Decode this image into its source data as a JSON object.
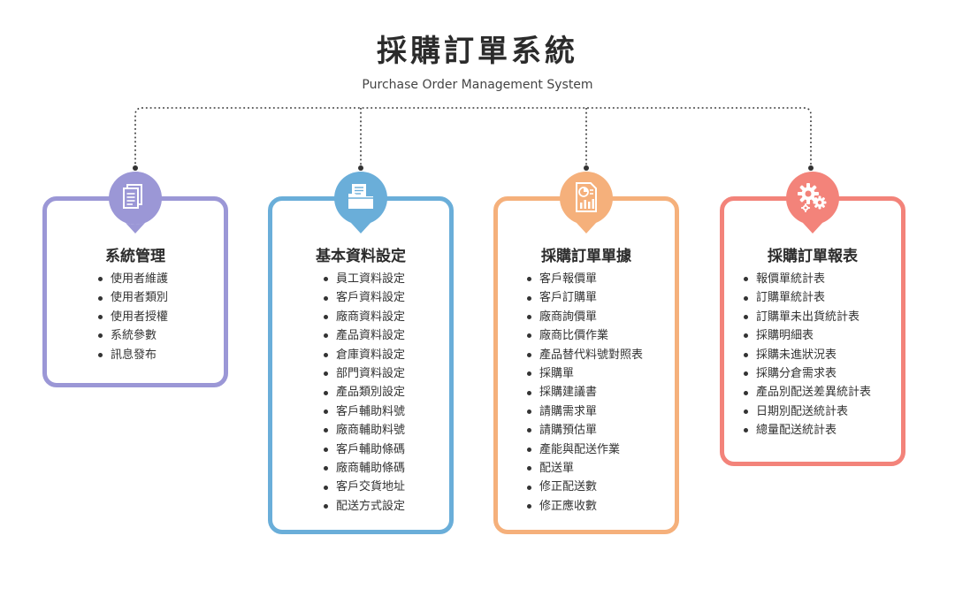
{
  "header": {
    "title": "採購訂單系統",
    "subtitle": "Purchase Order Management System"
  },
  "colors": {
    "purple": "#9b97d6",
    "blue": "#6aaed9",
    "orange": "#f5b07b",
    "red": "#f3837a",
    "connector": "#333333"
  },
  "columns": [
    {
      "title": "系統管理",
      "icon": "document-icon",
      "items": [
        "使用者維護",
        "使用者類別",
        "使用者授權",
        "系統參數",
        "訊息發布"
      ]
    },
    {
      "title": "基本資料設定",
      "icon": "folder-icon",
      "items": [
        "員工資料設定",
        "客戶資料設定",
        "廠商資料設定",
        "產品資料設定",
        "倉庫資料設定",
        "部門資料設定",
        "產品類別設定",
        "客戶輔助料號",
        "廠商輔助料號",
        "客戶輔助條碼",
        "廠商輔助條碼",
        "客戶交貨地址",
        "配送方式設定"
      ]
    },
    {
      "title": "採購訂單單據",
      "icon": "report-icon",
      "items": [
        "客戶報價單",
        "客戶訂購單",
        "廠商詢價單",
        "廠商比價作業",
        "產品替代料號對照表",
        "採購單",
        "採購建議書",
        "請購需求單",
        "請購預估單",
        "產能與配送作業",
        "配送單",
        "修正配送數",
        "修正應收數"
      ]
    },
    {
      "title": "採購訂單報表",
      "icon": "gears-icon",
      "items": [
        "報價單統計表",
        "訂購單統計表",
        "訂購單未出貨統計表",
        "採購明細表",
        "採購未進狀況表",
        "採購分倉需求表",
        "產品別配送差異統計表",
        "日期別配送統計表",
        "總量配送統計表"
      ]
    }
  ]
}
